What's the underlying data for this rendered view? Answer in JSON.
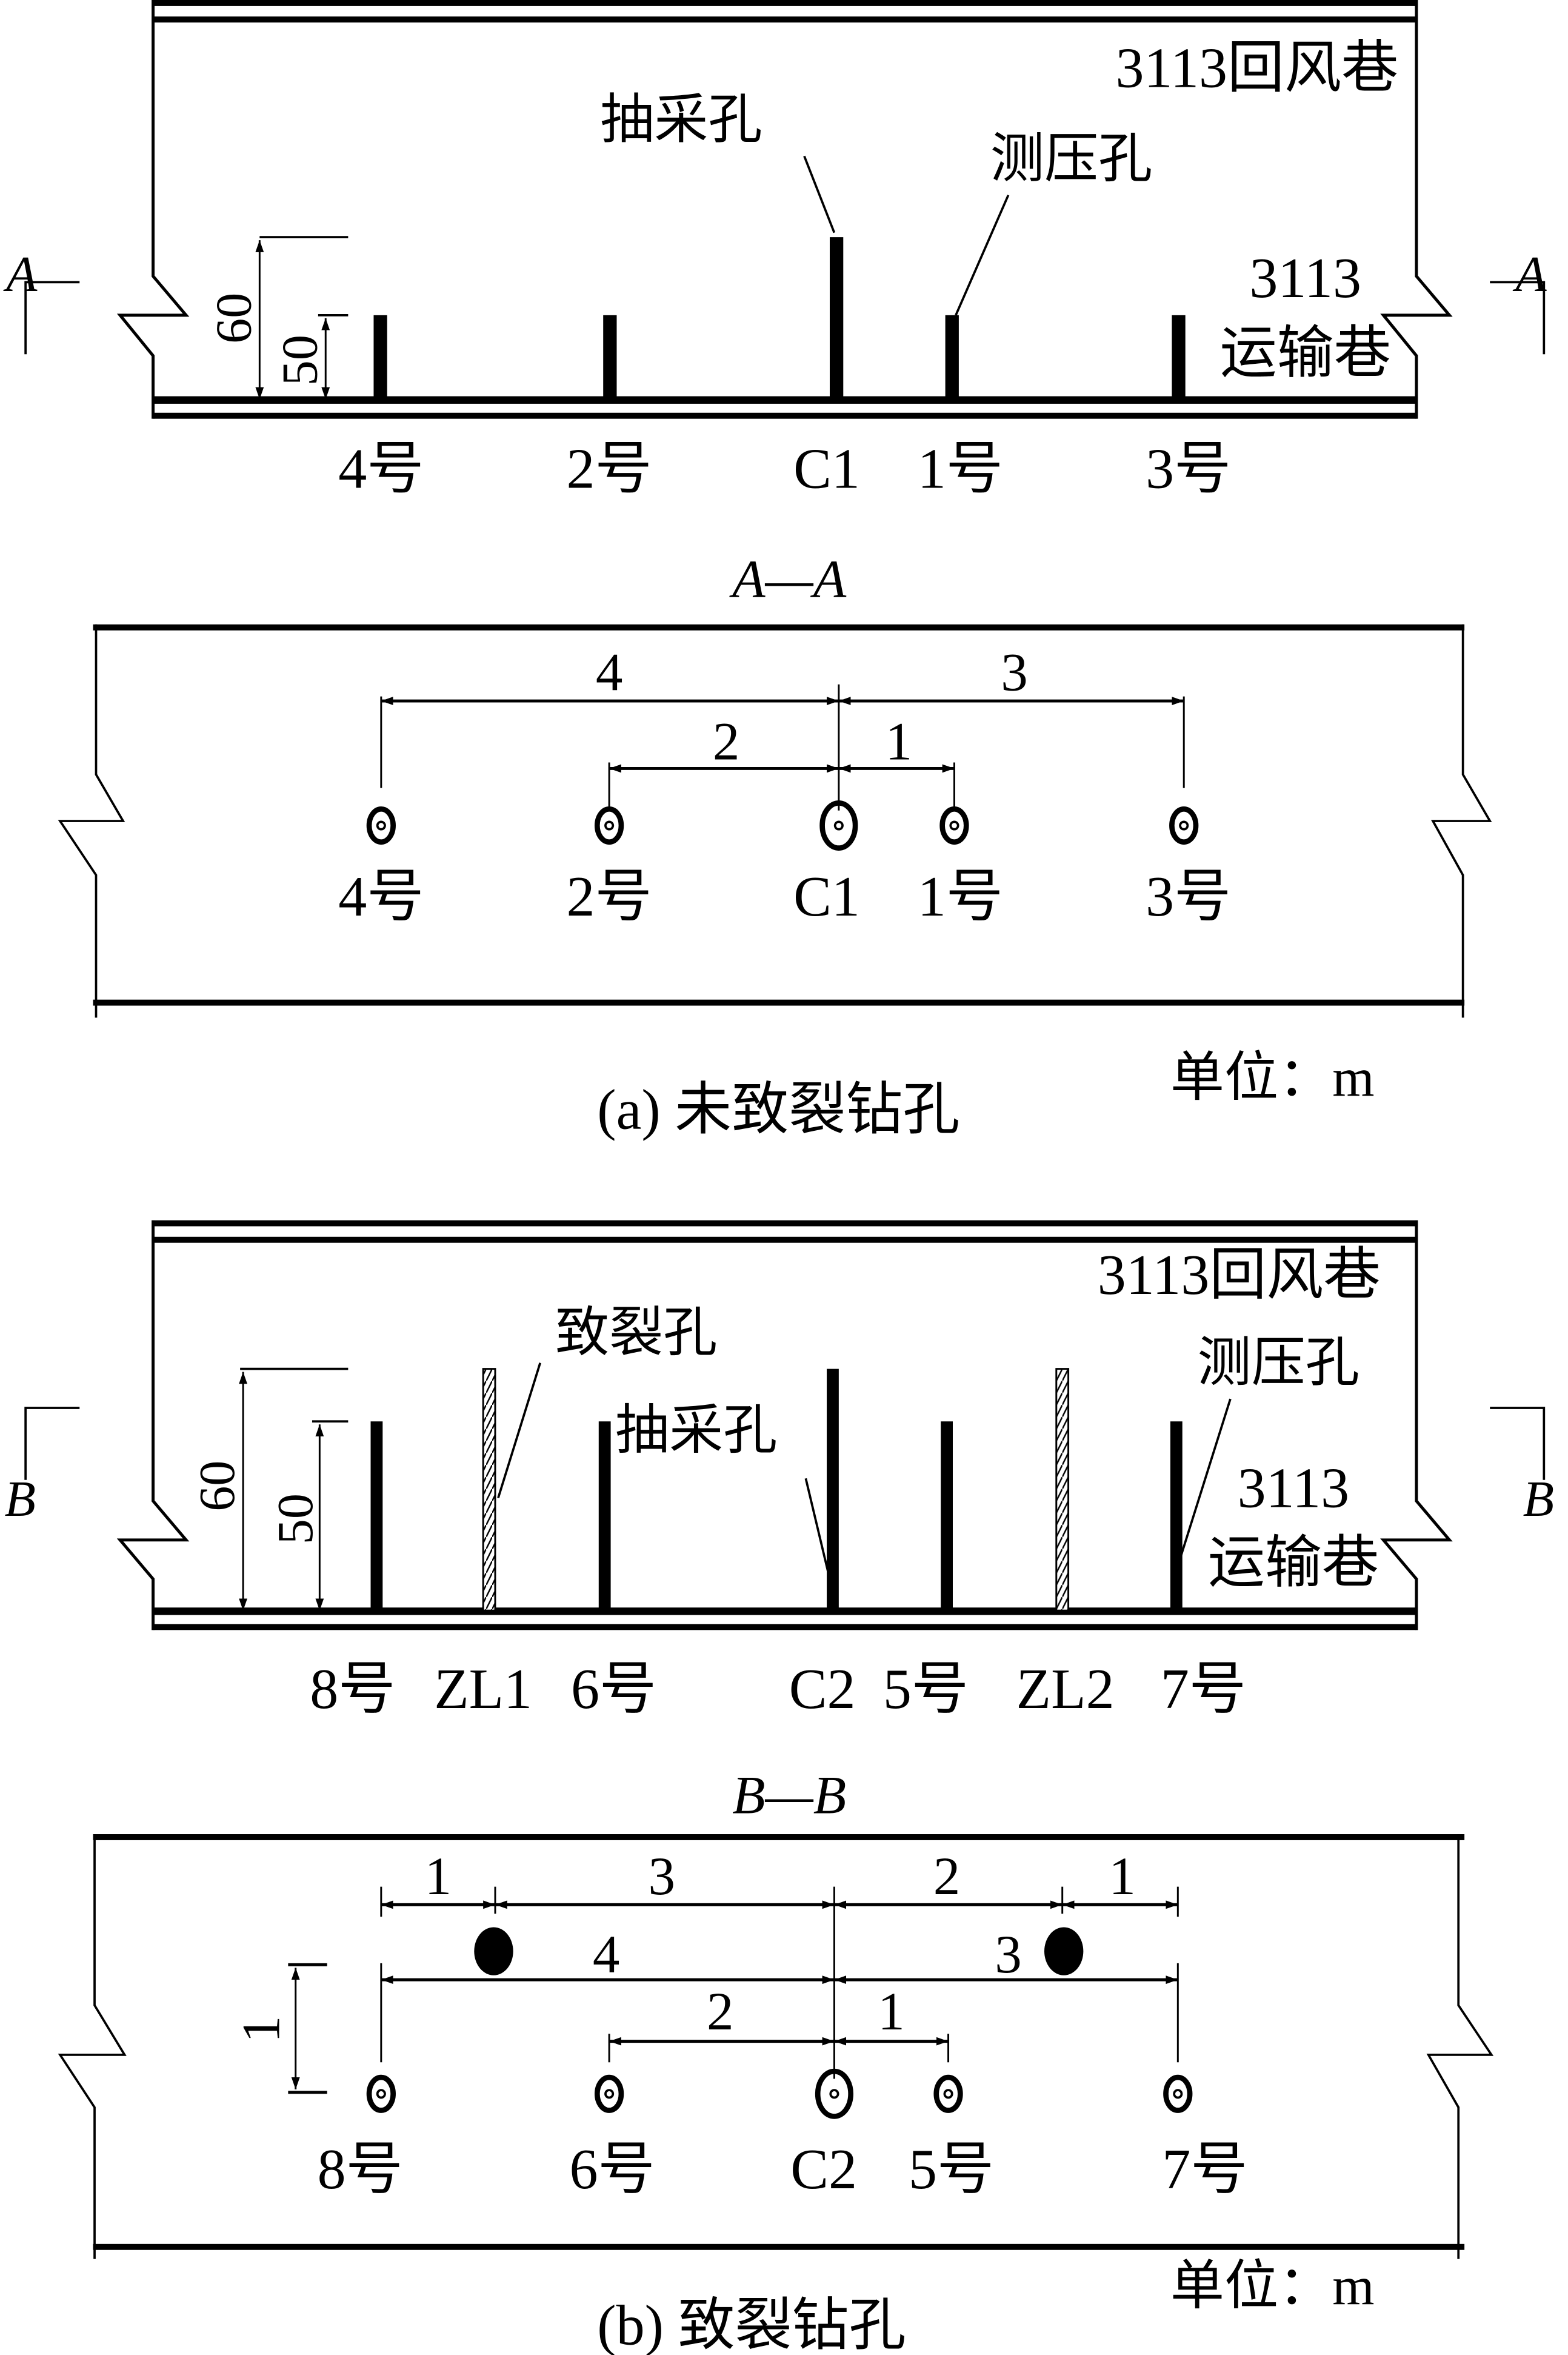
{
  "unit_label": "单位：m",
  "panel_a": {
    "caption": "(a)  未致裂钻孔",
    "section_mark": "A",
    "section_title": "A—A",
    "roadway_upper": "3113回风巷",
    "roadway_lower_line1": "3113",
    "roadway_lower_line2": "运输巷",
    "callout_extraction": "抽采孔",
    "callout_pressure": "测压孔",
    "dim_60": "60",
    "dim_50": "50",
    "holes": [
      {
        "label": "4号",
        "type": "pressure"
      },
      {
        "label": "2号",
        "type": "pressure"
      },
      {
        "label": "C1",
        "type": "extraction"
      },
      {
        "label": "1号",
        "type": "pressure"
      },
      {
        "label": "3号",
        "type": "pressure"
      }
    ],
    "spacing": [
      {
        "label": "4",
        "from": "4号",
        "to": "C1"
      },
      {
        "label": "3",
        "from": "C1",
        "to": "3号"
      },
      {
        "label": "2",
        "from": "2号",
        "to": "C1"
      },
      {
        "label": "1",
        "from": "C1",
        "to": "1号"
      }
    ]
  },
  "panel_b": {
    "caption": "(b)  致裂钻孔",
    "section_mark": "B",
    "section_title": "B—B",
    "roadway_upper": "3113回风巷",
    "roadway_lower_line1": "3113",
    "roadway_lower_line2": "运输巷",
    "callout_fracture": "致裂孔",
    "callout_extraction": "抽采孔",
    "callout_pressure": "测压孔",
    "dim_60": "60",
    "dim_50": "50",
    "dim_offset": "1",
    "holes": [
      {
        "label": "8号",
        "type": "pressure"
      },
      {
        "label": "ZL1",
        "type": "fracture"
      },
      {
        "label": "6号",
        "type": "pressure"
      },
      {
        "label": "C2",
        "type": "extraction"
      },
      {
        "label": "5号",
        "type": "pressure"
      },
      {
        "label": "ZL2",
        "type": "fracture"
      },
      {
        "label": "7号",
        "type": "pressure"
      }
    ],
    "section_labels": [
      "8号",
      "6号",
      "C2",
      "5号",
      "7号"
    ],
    "spacing_top": [
      {
        "label": "1",
        "from": "8号",
        "to": "ZL1"
      },
      {
        "label": "3",
        "from": "ZL1",
        "to": "C2"
      },
      {
        "label": "2",
        "from": "C2",
        "to": "ZL2"
      },
      {
        "label": "1",
        "from": "ZL2",
        "to": "7号"
      }
    ],
    "spacing_mid": [
      {
        "label": "4",
        "from": "8号",
        "to": "C2"
      },
      {
        "label": "3",
        "from": "C2",
        "to": "7号"
      }
    ],
    "spacing_low": [
      {
        "label": "2",
        "from": "6号",
        "to": "C2"
      },
      {
        "label": "1",
        "from": "C2",
        "to": "5号"
      }
    ]
  }
}
